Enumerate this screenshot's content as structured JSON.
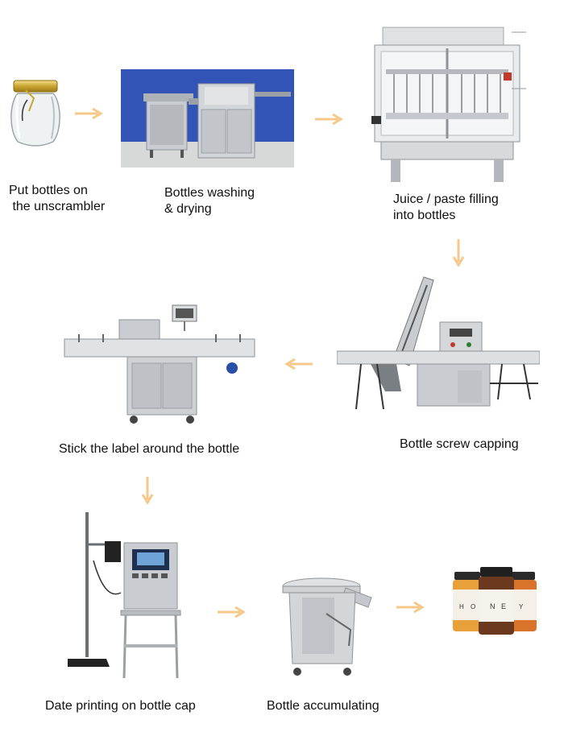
{
  "steps": [
    {
      "id": "unscrambler",
      "caption": "Put bottles on\n the unscrambler",
      "icon": "glass-jar-icon"
    },
    {
      "id": "washing",
      "caption": "Bottles washing\n& drying",
      "icon": "washing-machine-icon"
    },
    {
      "id": "filling",
      "caption": "Juice / paste filling\ninto bottles",
      "icon": "filling-machine-icon"
    },
    {
      "id": "capping",
      "caption": "Bottle screw capping",
      "icon": "capping-machine-icon"
    },
    {
      "id": "labeling",
      "caption": "Stick the label around the bottle",
      "icon": "labeling-machine-icon"
    },
    {
      "id": "printing",
      "caption": "Date printing on bottle cap",
      "icon": "inkjet-printer-icon"
    },
    {
      "id": "accumulating",
      "caption": "Bottle accumulating",
      "icon": "accumulating-table-icon"
    },
    {
      "id": "product",
      "caption": "",
      "icon": "finished-jars-icon"
    }
  ],
  "product_label_letters": [
    "H",
    "O",
    "N",
    "E",
    "Y"
  ],
  "colors": {
    "arrow": "#f6c98b",
    "steel": "#c9ccd0",
    "steel_dark": "#8e9399",
    "blue_backdrop": "#2f4fb0"
  }
}
